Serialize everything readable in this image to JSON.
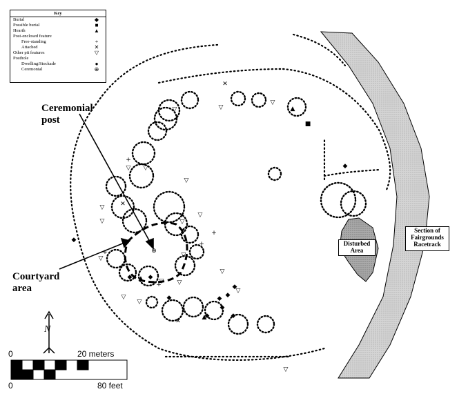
{
  "key": {
    "title": "Key",
    "items": [
      {
        "label": "Burial",
        "symbol": "◆",
        "indent": false
      },
      {
        "label": "Possible burial",
        "symbol": "■",
        "indent": false
      },
      {
        "label": "Hearth",
        "symbol": "▲",
        "indent": false
      },
      {
        "label": "Post-enclosed feature",
        "symbol": "",
        "indent": false
      },
      {
        "label": "Free-standing",
        "symbol": "+",
        "indent": true
      },
      {
        "label": "Attached",
        "symbol": "✕",
        "indent": true
      },
      {
        "label": "Other pit features",
        "symbol": "▽",
        "indent": false
      },
      {
        "label": "Posthole",
        "symbol": "",
        "indent": false
      },
      {
        "label": "Dwelling/Stockade",
        "symbol": "●",
        "indent": true
      },
      {
        "label": "Ceremonial",
        "symbol": "⊕",
        "indent": true
      }
    ]
  },
  "labels": {
    "ceremonial_post_1": "Ceremonial",
    "ceremonial_post_2": "post",
    "courtyard_1": "Courtyard",
    "courtyard_2": "area",
    "disturbed_1": "Disturbed",
    "disturbed_2": "Area",
    "racetrack_1": "Section of",
    "racetrack_2": "Fairgrounds",
    "racetrack_3": "Racetrack"
  },
  "compass": {
    "letter": "N"
  },
  "scale": {
    "meters_zero": "0",
    "meters_label": "20 meters",
    "feet_zero": "0",
    "feet_label": "80 feet"
  },
  "colors": {
    "racetrack_fill": "#d6d6d6",
    "disturbed_fill": "#b4b4b4",
    "ink": "#000000"
  }
}
